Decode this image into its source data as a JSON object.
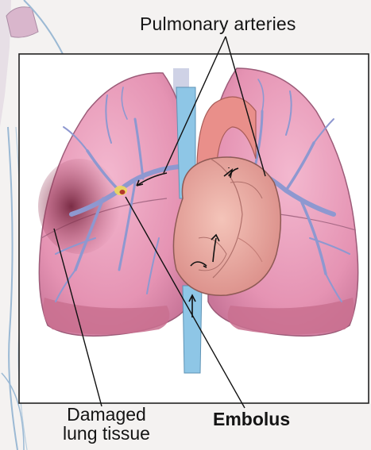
{
  "labels": {
    "pulmonary_arteries": "Pulmonary arteries",
    "damaged_line1": "Damaged",
    "damaged_line2": "lung tissue",
    "embolus": "Embolus"
  },
  "colors": {
    "lung": "#e79ab8",
    "lung_dark": "#c9708f",
    "artery": "#9aaad8",
    "heart": "#e8a59b",
    "aorta": "#e98f8a",
    "vena": "#8ec6e6",
    "damaged": "#8b2f4a",
    "embolus": "#f1d95a"
  }
}
